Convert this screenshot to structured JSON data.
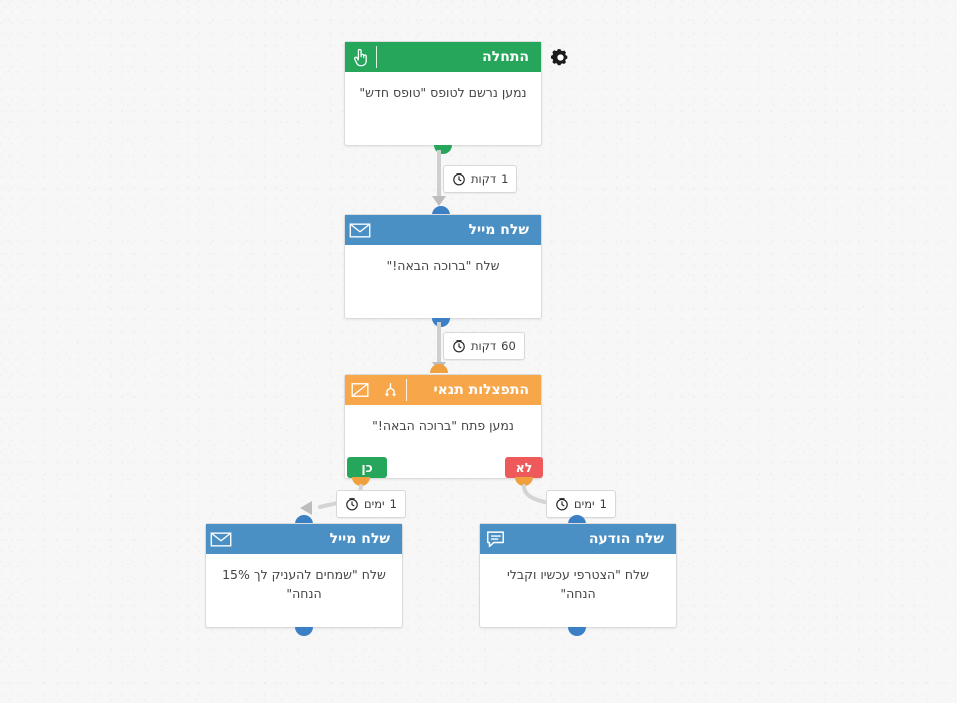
{
  "canvas": {
    "background_color": "#f7f7f7",
    "direction": "rtl"
  },
  "colors": {
    "start_green": "#26a65b",
    "action_blue": "#4a90c4",
    "branch_orange": "#f7a74a",
    "yes_green": "#26a65b",
    "no_red": "#ee5a5a",
    "port_blue": "#3b7fc4",
    "port_orange": "#f0a03c",
    "connector_gray": "#cfcfcf",
    "node_body_text": "#444444"
  },
  "toolbar": {
    "settings_icon": "gear-icon"
  },
  "nodes": [
    {
      "id": "start",
      "type": "trigger",
      "title": "התחלה",
      "icon": "pointing-hand-icon",
      "header_color": "#26a65b",
      "body": "נמען נרשם לטופס \"טופס חדש\""
    },
    {
      "id": "email-1",
      "type": "send-email",
      "title": "שלח מייל",
      "icon": "envelope-icon",
      "header_color": "#4a90c4",
      "body": "שלח \"ברוכה הבאה!\""
    },
    {
      "id": "condition",
      "type": "conditional-branch",
      "title": "התפצלות תנאי",
      "icon": "branch-fork-icon",
      "secondary_icon": "envelope-open-icon",
      "header_color": "#f7a74a",
      "body": "נמען פתח  \"ברוכה הבאה!\"",
      "yes_label": "כן",
      "no_label": "לא"
    },
    {
      "id": "email-2",
      "type": "send-email",
      "title": "שלח מייל",
      "icon": "envelope-icon",
      "header_color": "#4a90c4",
      "body": "שלח \"שמחים להעניק לך 15% הנחה\""
    },
    {
      "id": "sms-1",
      "type": "send-message",
      "title": "שלח הודעה",
      "icon": "speech-bubble-icon",
      "header_color": "#4a90c4",
      "body": "שלח \"הצטרפי עכשיו וקבלי הנחה\""
    }
  ],
  "connectors": [
    {
      "id": "c1",
      "from": "start",
      "to": "email-1",
      "delay_value": "1",
      "delay_unit": "דקות",
      "icon": "clock-icon"
    },
    {
      "id": "c2",
      "from": "email-1",
      "to": "condition",
      "delay_value": "60",
      "delay_unit": "דקות",
      "icon": "clock-icon"
    },
    {
      "id": "c3",
      "from": "condition-yes",
      "to": "email-2",
      "delay_value": "1",
      "delay_unit": "ימים",
      "icon": "clock-icon"
    },
    {
      "id": "c4",
      "from": "condition-no",
      "to": "sms-1",
      "delay_value": "1",
      "delay_unit": "ימים",
      "icon": "clock-icon"
    }
  ]
}
